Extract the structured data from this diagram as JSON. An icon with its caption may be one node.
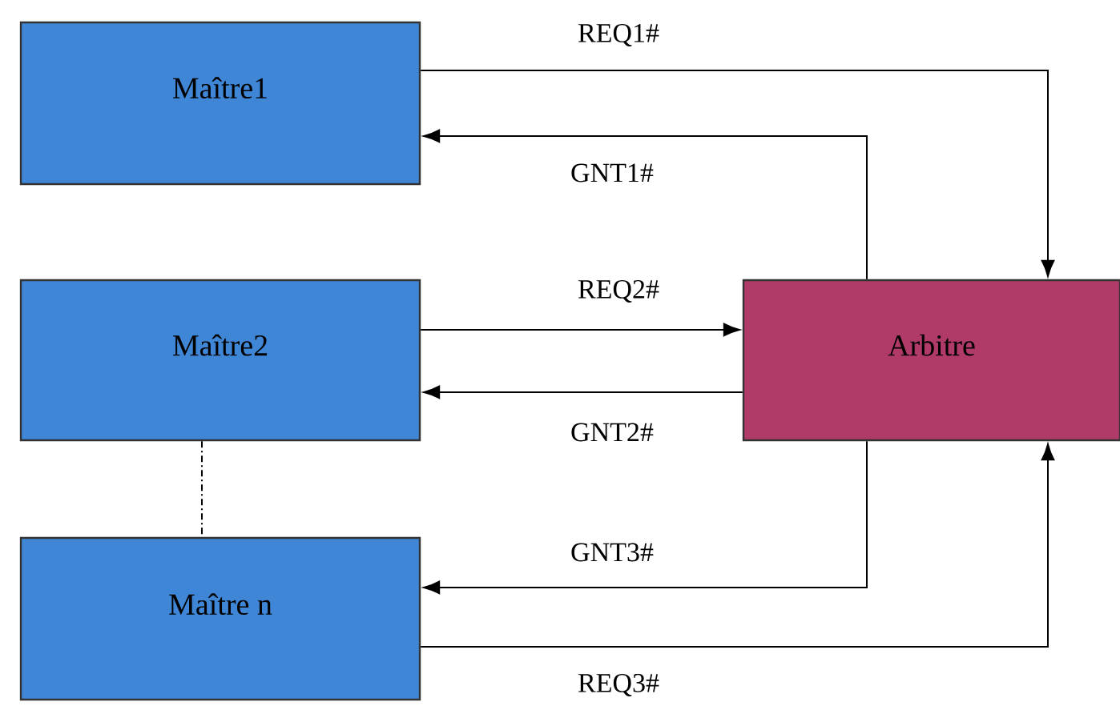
{
  "diagram": {
    "nodes": [
      {
        "text": [
          "Maître1"
        ]
      },
      {
        "text": [
          "Maître2"
        ]
      },
      {
        "text": [
          "Maître n"
        ]
      },
      {
        "text": [
          "Arbitre"
        ]
      }
    ],
    "edges": [
      {
        "from": 0,
        "to": 3,
        "arrow": "to",
        "label": "REQ1#"
      },
      {
        "from": 3,
        "to": 0,
        "arrow": "to",
        "label": "GNT1#"
      },
      {
        "from": 1,
        "to": 3,
        "arrow": "to",
        "label": "REQ2#"
      },
      {
        "from": 3,
        "to": 1,
        "arrow": "to",
        "label": "GNT2#"
      },
      {
        "from": 3,
        "to": 2,
        "arrow": "to",
        "label": "GNT3#"
      },
      {
        "from": 2,
        "to": 3,
        "arrow": "to",
        "label": "REQ3#"
      },
      {
        "from": 1,
        "to": 2,
        "arrow": "none",
        "style": "dashed"
      }
    ]
  }
}
